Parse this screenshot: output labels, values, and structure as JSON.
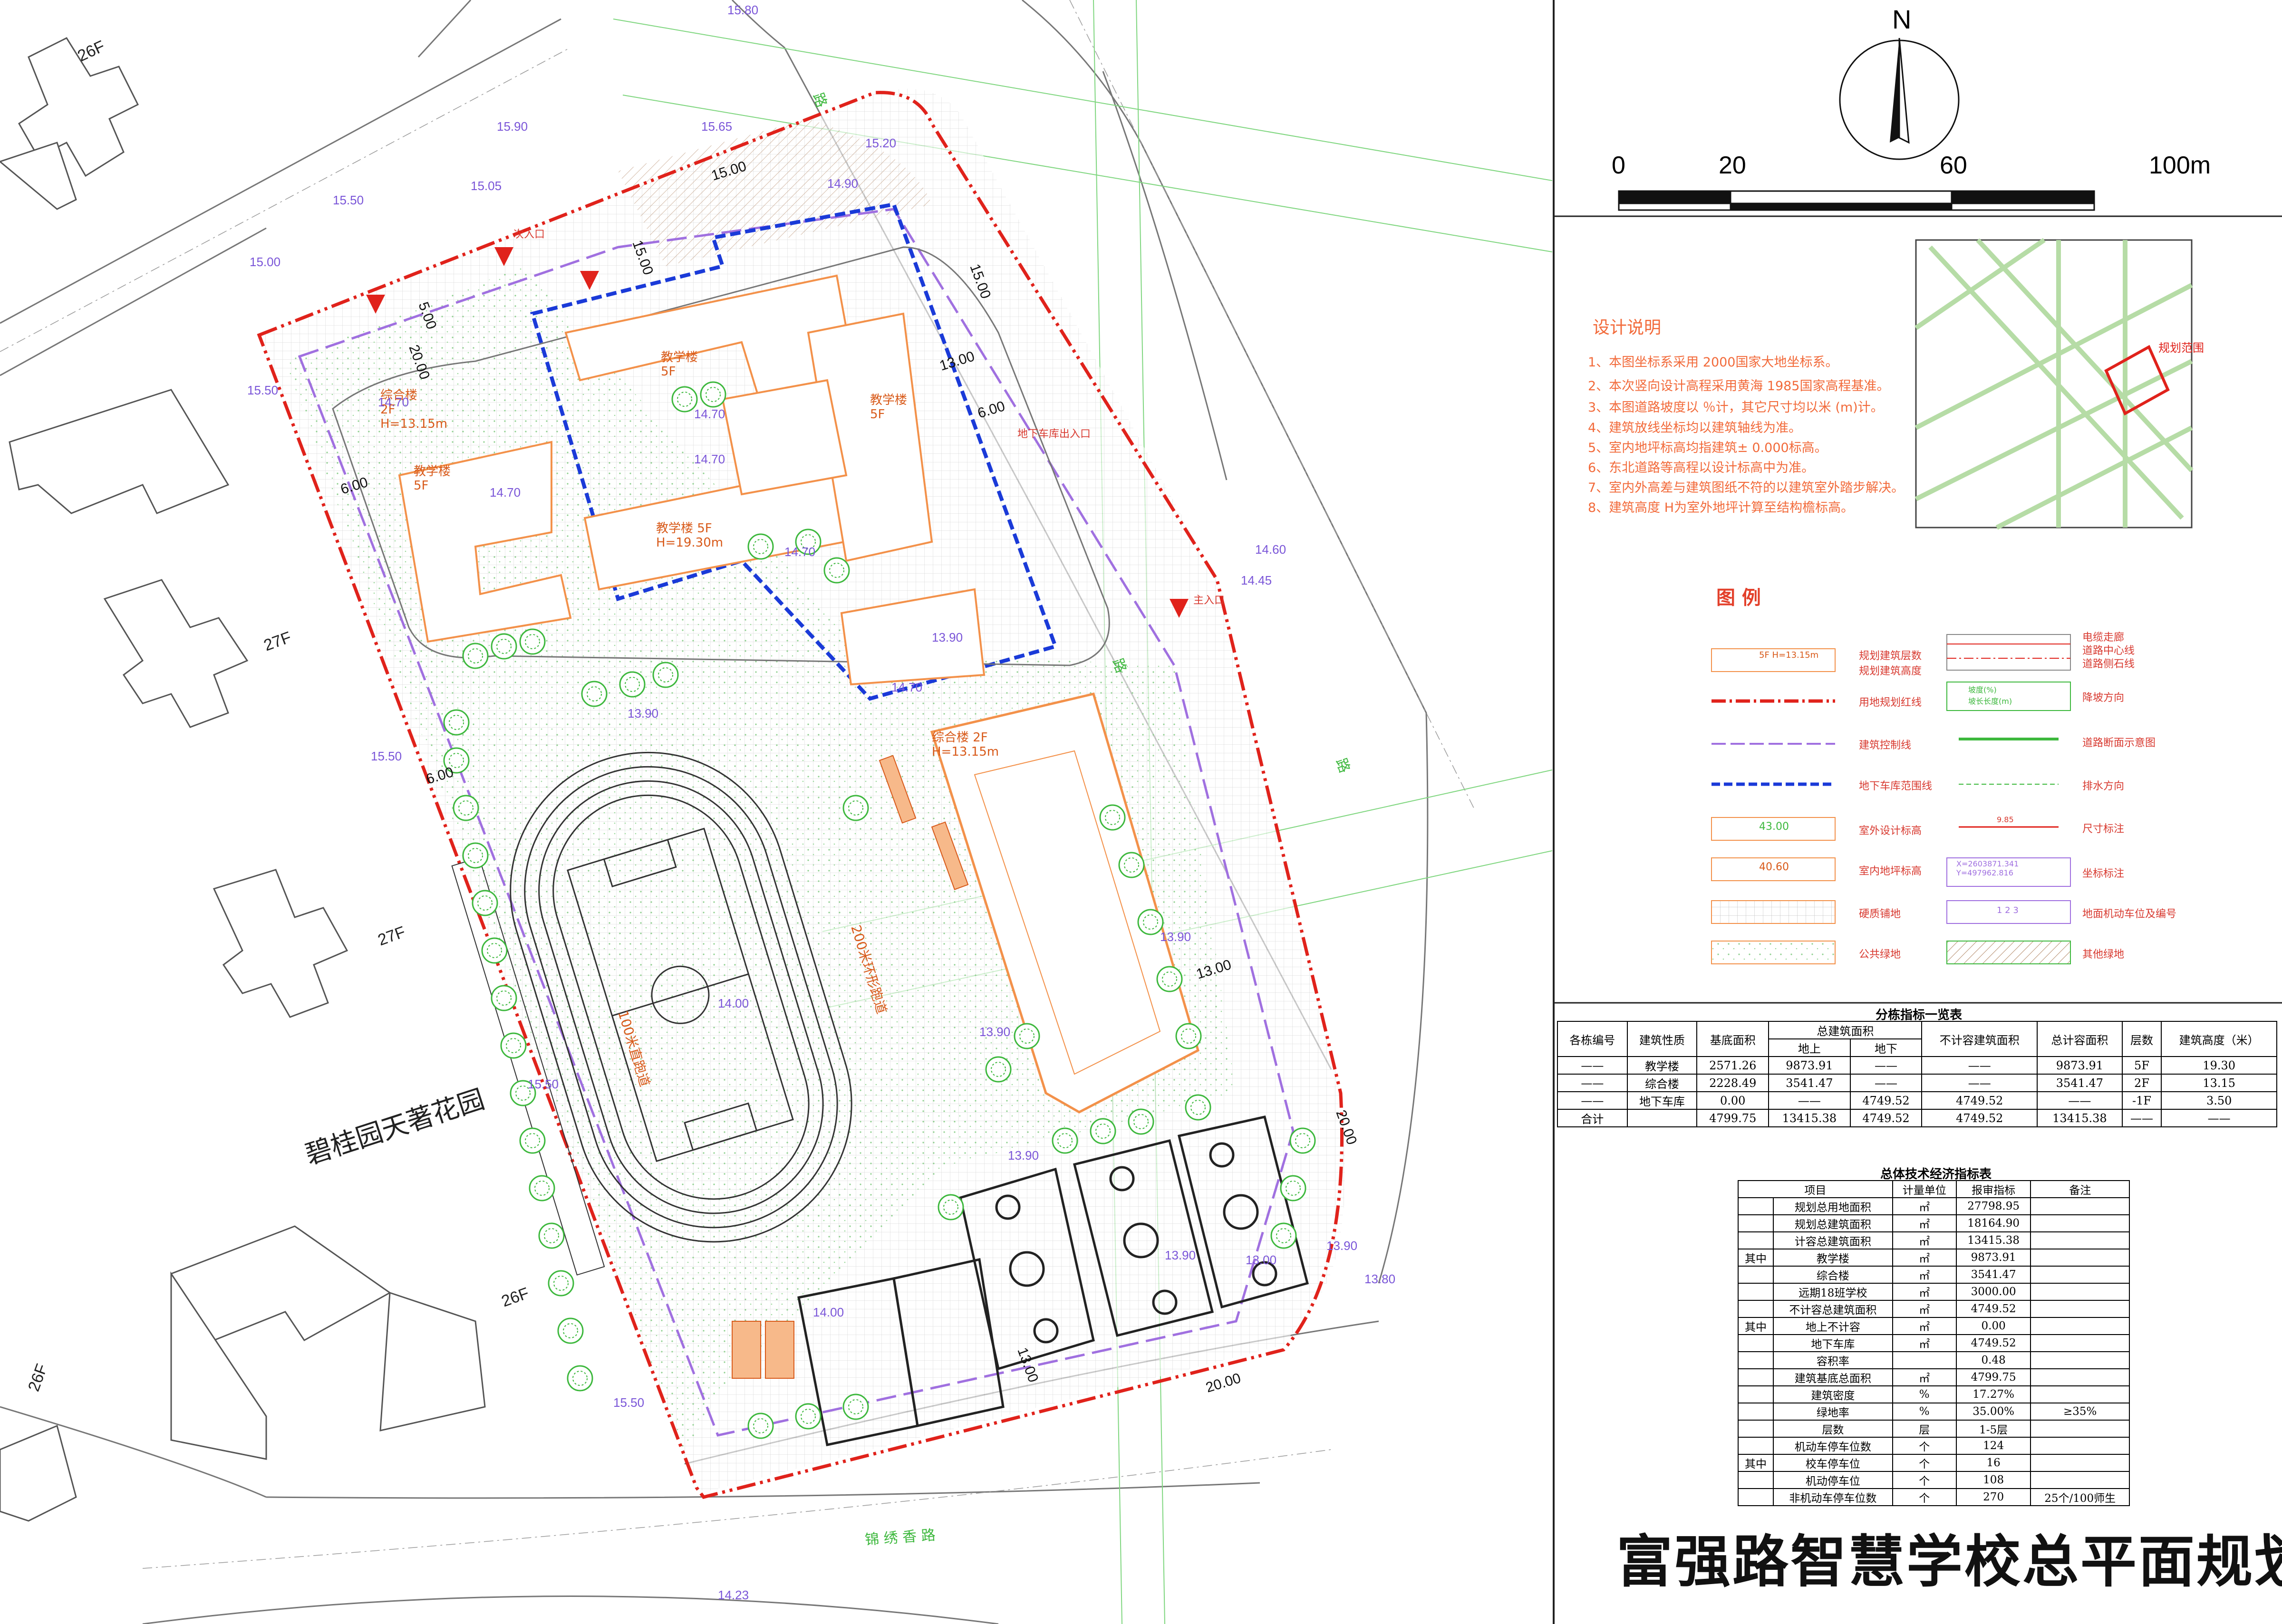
{
  "title": "富强路智慧学校总平面规划图",
  "north_label": "N",
  "scale_bar": {
    "ticks": [
      "0",
      "20",
      "60",
      "100m"
    ]
  },
  "site_plan": {
    "neighbor_name": "碧桂园天著花园",
    "building_floors": [
      "26F",
      "27F",
      "27F",
      "26F",
      "26F"
    ],
    "labels": {
      "teaching_1": "教学楼\n5F",
      "teaching_2": "教学楼 5F\nH=19.30m",
      "teaching_3": "教学楼\n5F",
      "teaching_4": "教学楼\n5F",
      "complex": "综合楼 2F\nH=13.15m",
      "complex_west": "综合楼\n2F\nH=13.15m",
      "track": "200米环形跑道",
      "track_west": "100米直跑道",
      "entrance_main": "主入口",
      "entrance_side": "次入口",
      "parking": "地下车库出入口"
    },
    "elevations": [
      "15.80",
      "15.90",
      "15.65",
      "15.20",
      "14.90",
      "15.05",
      "15.00",
      "15.50",
      "14.70",
      "14.70",
      "14.70",
      "14.70",
      "14.70",
      "14.70",
      "13.90",
      "13.90",
      "13.90",
      "14.00",
      "13.90",
      "13.90",
      "15.50",
      "15.50",
      "15.50",
      "14.00",
      "13.90",
      "13.80",
      "13.90",
      "14.45",
      "14.60",
      "13.00",
      "14.23",
      "15.50"
    ],
    "dims": [
      "15.00",
      "15.00",
      "5.00",
      "20.00",
      "6.00",
      "6.00",
      "13.00",
      "6.00",
      "13.00",
      "20.00",
      "20.00",
      "13.00",
      "15.00"
    ],
    "road_names": [
      "路",
      "路",
      "锦 绣 香 路",
      "路"
    ]
  },
  "design_notes": {
    "title": "设计说明",
    "items": [
      "1、本图坐标系采用      2000国家大地坐标系。",
      "2、本次竖向设计高程采用黄海      1985国家高程基准。",
      "3、本图道路坡度以      ％计，其它尺寸均以米      (m)计。",
      "4、建筑放线坐标均以建筑轴线为准。",
      "5、室内地坪标高均指建筑±      0.000标高。",
      "6、东北道路等高程以设计标高中为准。",
      "7、室内外高差与建筑图纸不符的以建筑室外踏步解决。",
      "8、建筑高度      H为室外地坪计算至结构檐标高。"
    ]
  },
  "location_map": {
    "label": "规划范围"
  },
  "legend": {
    "title": "图 例",
    "left": [
      {
        "sample": "5F H=13.15m",
        "label": "规划建筑层数\n规划建筑高度"
      },
      {
        "sample": "",
        "label": "用地规划红线"
      },
      {
        "sample": "",
        "label": "建筑控制线"
      },
      {
        "sample": "",
        "label": "地下车库范围线"
      },
      {
        "sample": "43.00",
        "label": "室外设计标高"
      },
      {
        "sample": "40.60",
        "label": "室内地坪标高"
      },
      {
        "sample": "",
        "label": "硬质铺地"
      },
      {
        "sample": "",
        "label": "公共绿地"
      }
    ],
    "right": [
      {
        "sample": "",
        "label": "电缆走廊\n道路中心线\n道路侧石线"
      },
      {
        "sample": "",
        "label": "降坡方向"
      },
      {
        "sample": "",
        "label": "道路断面示意图"
      },
      {
        "sample": "",
        "label": "排水方向"
      },
      {
        "sample": "9.85",
        "label": "尺寸标注"
      },
      {
        "sample": "X=2603871.341\nY=497962.816",
        "label": "坐标标注"
      },
      {
        "sample": "1 2 3",
        "label": "地面机动车位及编号"
      },
      {
        "sample": "",
        "label": "其他绿地"
      }
    ],
    "slope_sample": "坡度(%)\n坡长长度(m)"
  },
  "building_table": {
    "title": "分栋指标一览表",
    "headers": [
      "各栋编号",
      "建筑性质",
      "基底面积",
      "总建筑面积",
      "不计容建筑面积",
      "总计容面积",
      "层数",
      "建筑高度（米）"
    ],
    "sub_headers": [
      "地上",
      "地下"
    ],
    "rows": [
      [
        "——",
        "教学楼",
        "2571.26",
        "9873.91",
        "——",
        "——",
        "9873.91",
        "5F",
        "19.30"
      ],
      [
        "——",
        "综合楼",
        "2228.49",
        "3541.47",
        "——",
        "——",
        "3541.47",
        "2F",
        "13.15"
      ],
      [
        "——",
        "地下车库",
        "0.00",
        "——",
        "4749.52",
        "4749.52",
        "——",
        "-1F",
        "3.50"
      ],
      [
        "合计",
        "",
        "4799.75",
        "13415.38",
        "4749.52",
        "4749.52",
        "13415.38",
        "——",
        "——"
      ]
    ]
  },
  "econ_table": {
    "title": "总体技术经济指标表",
    "headers": [
      "项目",
      "计量单位",
      "报审指标",
      "备注"
    ],
    "rows": [
      [
        "",
        "规划总用地面积",
        "㎡",
        "27798.95",
        ""
      ],
      [
        "",
        "规划总建筑面积",
        "㎡",
        "18164.90",
        ""
      ],
      [
        "",
        "计容总建筑面积",
        "㎡",
        "13415.38",
        ""
      ],
      [
        "其中",
        "教学楼",
        "㎡",
        "9873.91",
        ""
      ],
      [
        "",
        "综合楼",
        "㎡",
        "3541.47",
        ""
      ],
      [
        "",
        "远期18班学校",
        "㎡",
        "3000.00",
        ""
      ],
      [
        "",
        "不计容总建筑面积",
        "㎡",
        "4749.52",
        ""
      ],
      [
        "其中",
        "地上不计容",
        "㎡",
        "0.00",
        ""
      ],
      [
        "",
        "地下车库",
        "㎡",
        "4749.52",
        ""
      ],
      [
        "",
        "容积率",
        "",
        "0.48",
        ""
      ],
      [
        "",
        "建筑基底总面积",
        "㎡",
        "4799.75",
        ""
      ],
      [
        "",
        "建筑密度",
        "%",
        "17.27%",
        ""
      ],
      [
        "",
        "绿地率",
        "%",
        "35.00%",
        "≥35%"
      ],
      [
        "",
        "层数",
        "层",
        "1-5层",
        ""
      ],
      [
        "",
        "机动车停车位数",
        "个",
        "124",
        ""
      ],
      [
        "其中",
        "校车停车位",
        "个",
        "16",
        ""
      ],
      [
        "",
        "机动停车位",
        "个",
        "108",
        ""
      ],
      [
        "",
        "非机动车停车位数",
        "个",
        "270",
        "25个/100师生"
      ]
    ]
  },
  "colors": {
    "red_line": "#e0221b",
    "purple_line": "#a070e0",
    "blue_line": "#1a3ad8",
    "green": "#3db83d",
    "orange": "#f3914a"
  }
}
